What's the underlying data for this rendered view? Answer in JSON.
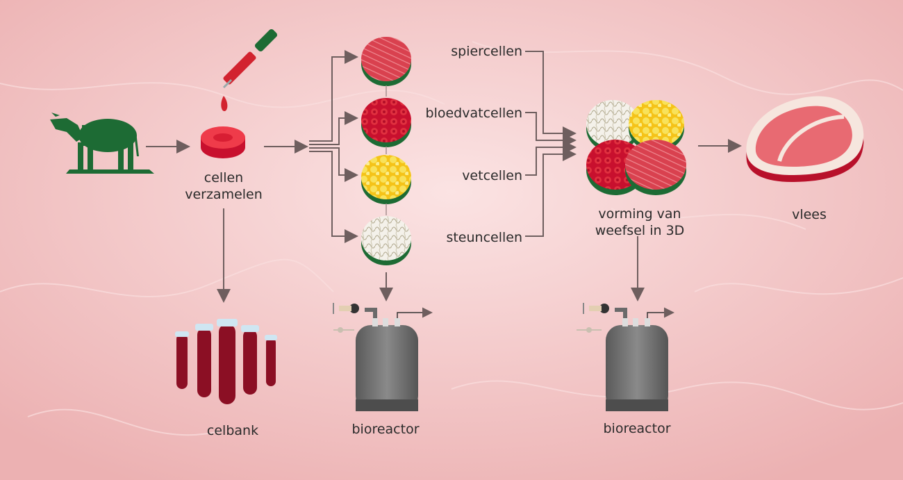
{
  "labels": {
    "collect_line1": "cellen",
    "collect_line2": "verzamelen",
    "cellbank": "celbank",
    "muscle": "spiercellen",
    "blood_vessel": "bloedvatcellen",
    "fat": "vetcellen",
    "support": "steuncellen",
    "tissue_line1": "vorming van",
    "tissue_line2": "weefsel in 3D",
    "bioreactor_1": "bioreactor",
    "bioreactor_2": "bioreactor",
    "meat": "vlees"
  },
  "colors": {
    "background": "#f2bfbf",
    "cow": "#1d6b34",
    "dish_rim": "#1d6b34",
    "muscle": "#d9414f",
    "blood": "#c8102e",
    "fat": "#f2d62a",
    "support": "#e9e6dc",
    "arrow": "#6e5e5e",
    "bioreactor": "#6f6f6f",
    "meat": "#d93a44"
  },
  "icons": [
    "cow-icon",
    "dropper-icon",
    "cell-disc-icon",
    "test-tubes-icon",
    "petri-dish-icon",
    "bioreactor-icon",
    "tissue-cluster-icon",
    "meat-steak-icon"
  ]
}
